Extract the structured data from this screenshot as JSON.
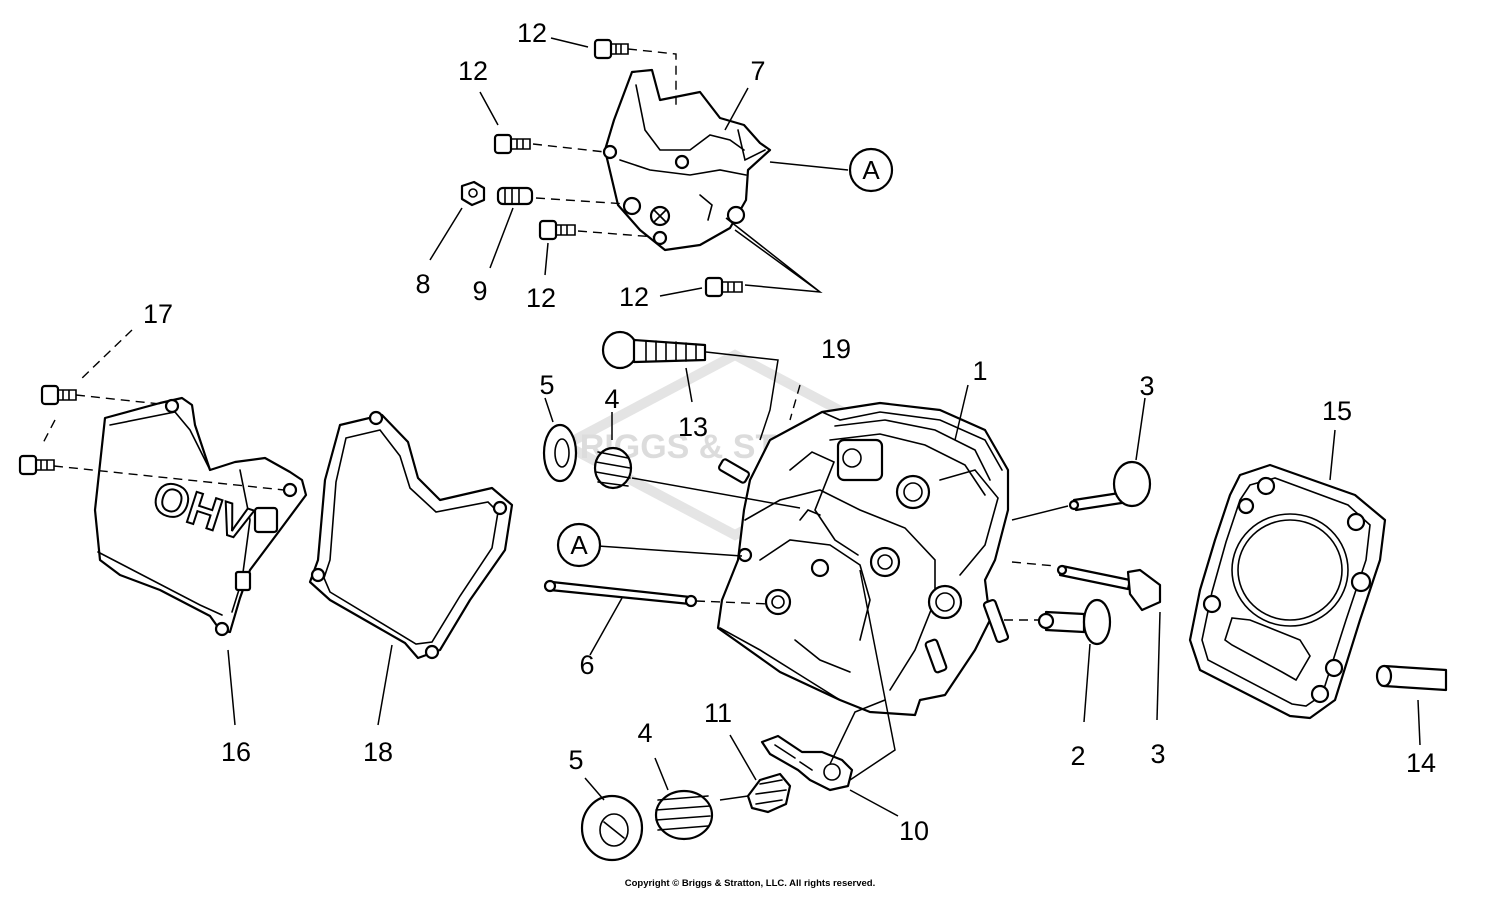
{
  "watermark": "BRIGGS & STRATTON",
  "reference_label": "A",
  "copyright": "Copyright © Briggs & Stratton, LLC. All rights reserved.",
  "callouts": [
    {
      "id": "c-1",
      "number": "1"
    },
    {
      "id": "c-2",
      "number": "2"
    },
    {
      "id": "c-3a",
      "number": "3"
    },
    {
      "id": "c-3b",
      "number": "3"
    },
    {
      "id": "c-4a",
      "number": "4"
    },
    {
      "id": "c-4b",
      "number": "4"
    },
    {
      "id": "c-5a",
      "number": "5"
    },
    {
      "id": "c-5b",
      "number": "5"
    },
    {
      "id": "c-6",
      "number": "6"
    },
    {
      "id": "c-7",
      "number": "7"
    },
    {
      "id": "c-8",
      "number": "8"
    },
    {
      "id": "c-9",
      "number": "9"
    },
    {
      "id": "c-10",
      "number": "10"
    },
    {
      "id": "c-11",
      "number": "11"
    },
    {
      "id": "c-12a",
      "number": "12"
    },
    {
      "id": "c-12b",
      "number": "12"
    },
    {
      "id": "c-12c",
      "number": "12"
    },
    {
      "id": "c-12d",
      "number": "12"
    },
    {
      "id": "c-13",
      "number": "13"
    },
    {
      "id": "c-14",
      "number": "14"
    },
    {
      "id": "c-15",
      "number": "15"
    },
    {
      "id": "c-16",
      "number": "16"
    },
    {
      "id": "c-17",
      "number": "17"
    },
    {
      "id": "c-18",
      "number": "18"
    },
    {
      "id": "c-19",
      "number": "19"
    }
  ],
  "valve_cover_text": "OHV"
}
